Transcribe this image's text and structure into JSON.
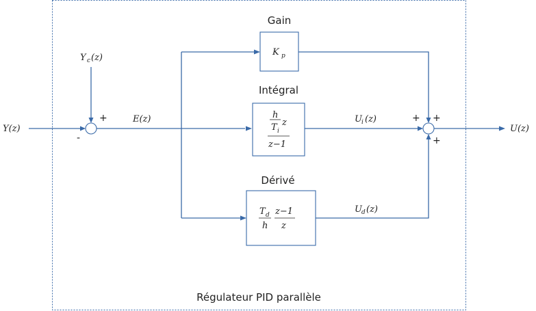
{
  "blocks": {
    "gain": {
      "title": "Gain",
      "symbol": "K",
      "sub": "p"
    },
    "integral": {
      "title": "Intégral",
      "num_h": "h",
      "num_T": "T",
      "num_T_sub": "i",
      "num_z": "z",
      "den": "z−1"
    },
    "derivative": {
      "title": "Dérivé",
      "T": "T",
      "T_sub": "d",
      "h": "h",
      "num": "z−1",
      "den": "z"
    }
  },
  "signals": {
    "input": "Y(z)",
    "setpoint": "Y",
    "setpoint_sub": "c",
    "setpoint_arg": "(z)",
    "error": "E(z)",
    "ui": "U",
    "ui_sub": "i",
    "ui_arg": "(z)",
    "ud": "U",
    "ud_sub": "d",
    "ud_arg": "(z)",
    "output": "U(z)"
  },
  "signs": {
    "sum1_top": "+",
    "sum1_left": "-",
    "sum2_left": "+",
    "sum2_top": "+",
    "sum2_bottom": "+"
  },
  "caption": "Régulateur PID parallèle",
  "colors": {
    "wire": "#3a6aa8",
    "text": "#222222"
  }
}
